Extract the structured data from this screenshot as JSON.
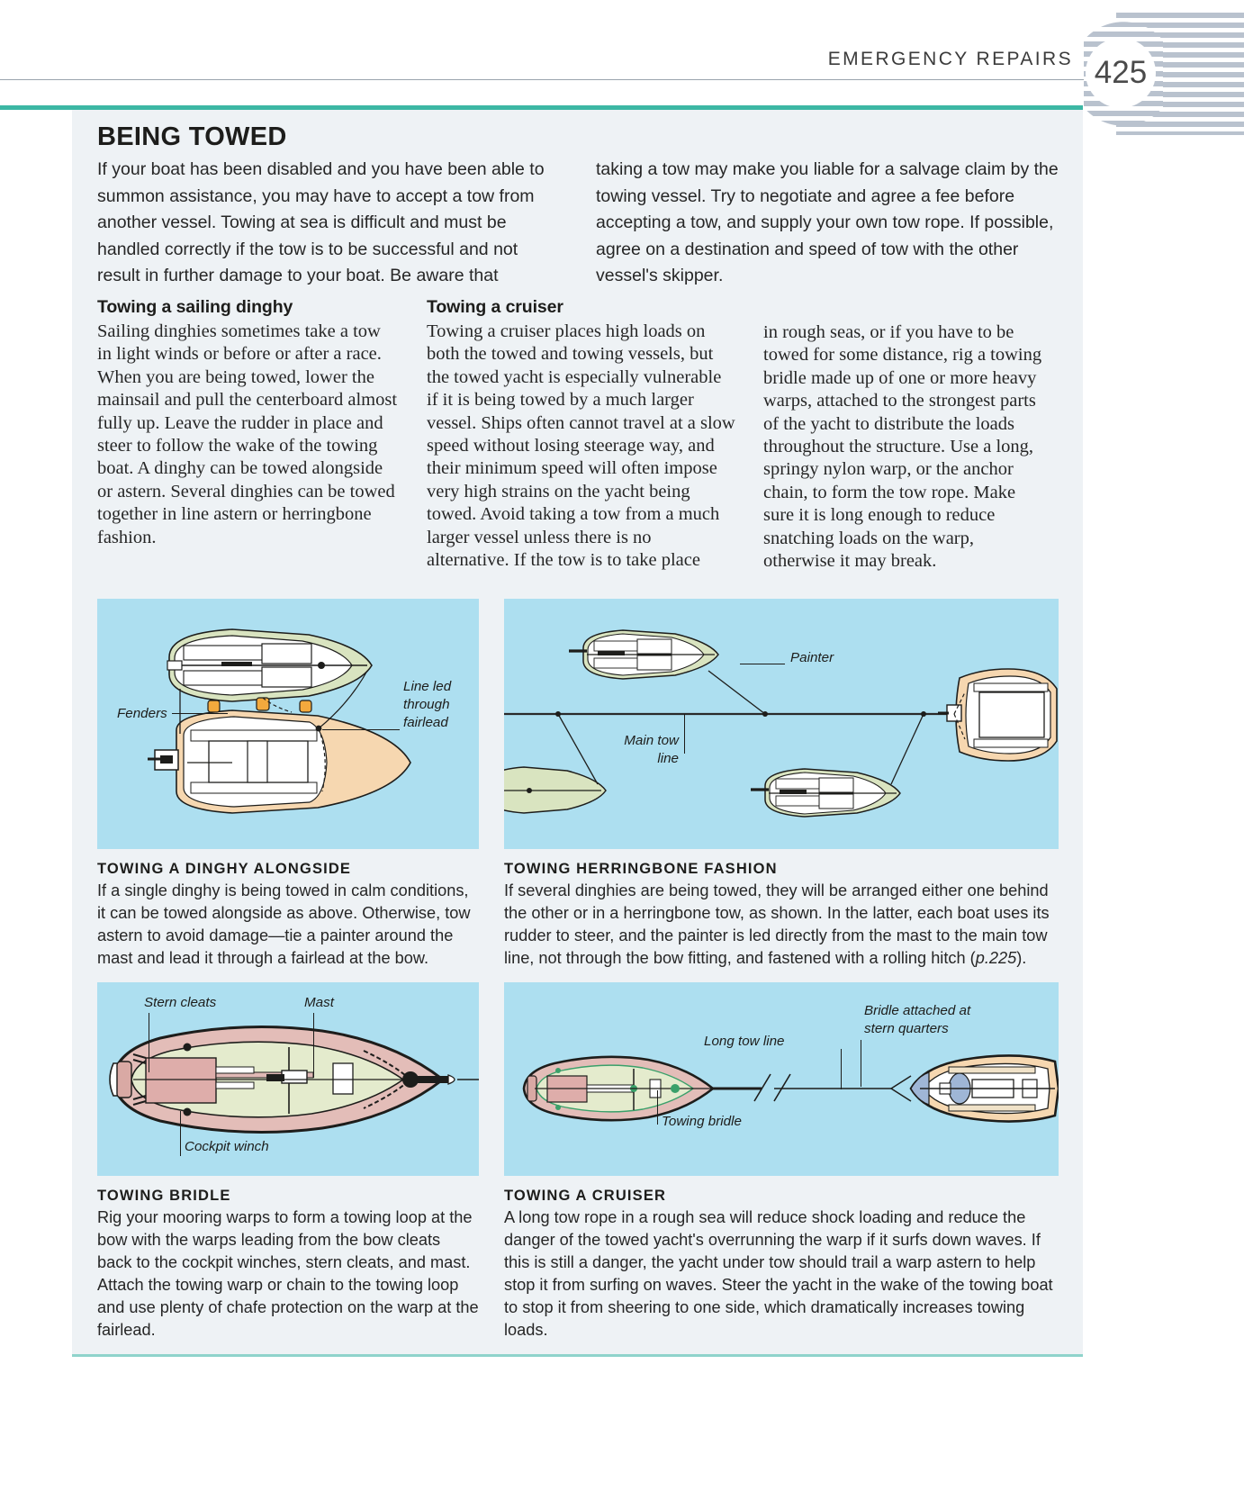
{
  "header": {
    "title": "EMERGENCY REPAIRS",
    "page_number": "425"
  },
  "article": {
    "title": "BEING TOWED",
    "intro_col1": "If your boat has been disabled and you have been able to summon assistance, you may have to accept a tow from another vessel. Towing at sea is difficult and must be handled correctly if the tow is to be successful and not result in further damage to your boat. Be aware that",
    "intro_col2": "taking a tow may make you liable for a salvage claim by the towing vessel. Try to negotiate and agree a fee before accepting a tow, and supply your own tow rope. If possible, agree on a destination and speed of tow with the other vessel's skipper."
  },
  "columns": [
    {
      "heading": "Towing a sailing dinghy",
      "body": "Sailing dinghies sometimes take a tow in light winds or before or after a race. When you are being towed, lower the mainsail and pull the centerboard almost fully up. Leave the rudder in place and steer to follow the wake of the towing boat. A dinghy can be towed alongside or astern. Several dinghies can be towed together in line astern or herringbone fashion."
    },
    {
      "heading": "Towing a cruiser",
      "body": "Towing a cruiser places high loads on both the towed and towing vessels, but the towed yacht is especially vulnerable if it is being towed by a much larger vessel. Ships often cannot travel at a slow speed without losing steerage way, and their minimum speed will often impose very high strains on the yacht being towed. Avoid taking a tow from a much larger vessel unless there is no alternative. If the tow is to take place"
    },
    {
      "heading": "",
      "body": "in rough seas, or if you have to be towed for some distance, rig a towing bridle made up of one or more heavy warps, attached to the strongest parts of the yacht to distribute the loads throughout the structure. Use a long, springy nylon warp, or the anchor chain, to form the tow rope. Make sure it is long enough to reduce snatching loads on the warp, otherwise it may break."
    }
  ],
  "figures": [
    {
      "id": "dinghy-alongside",
      "caption_title": "TOWING A DINGHY ALONGSIDE",
      "caption_body": "If a single dinghy is being towed in calm conditions, it can be towed alongside as above. Otherwise, tow astern to avoid damage—tie a painter around the mast and lead it through a fairlead at the bow.",
      "labels": {
        "fenders": "Fenders",
        "fairlead": "Line led\nthrough\nfairlead"
      }
    },
    {
      "id": "herringbone",
      "caption_title": "TOWING HERRINGBONE FASHION",
      "caption_body_pre": "If several dinghies are being towed, they will be arranged either one behind the other or in a herringbone tow, as shown. In the latter, each boat uses its rudder to steer, and the painter is led directly from the mast to the main tow line, not through the bow fitting, and fastened with a rolling hitch (",
      "caption_body_italic": "p.225",
      "caption_body_post": ").",
      "labels": {
        "painter": "Painter",
        "main_tow_line": "Main tow\nline"
      }
    },
    {
      "id": "towing-bridle",
      "caption_title": "TOWING BRIDLE",
      "caption_body": "Rig your mooring warps to form a towing loop at the bow with the warps leading from the bow cleats back to the cockpit winches, stern cleats, and mast. Attach the towing warp or chain to the towing loop and use plenty of chafe protection on the warp at the fairlead.",
      "labels": {
        "stern_cleats": "Stern cleats",
        "mast": "Mast",
        "cockpit_winch": "Cockpit winch"
      }
    },
    {
      "id": "towing-a-cruiser",
      "caption_title": "TOWING A CRUISER",
      "caption_body": "A long tow rope in a rough sea will reduce shock loading and reduce the danger of the towed yacht's overrunning the warp if it surfs down waves. If this is still a danger, the yacht under tow should trail a warp astern to help stop it from surfing on waves. Steer the yacht in the wake of the towing boat to stop it from sheering to one side, which dramatically increases towing loads.",
      "labels": {
        "long_tow_line": "Long tow line",
        "towing_bridle": "Towing bridle",
        "bridle_attached": "Bridle attached at\nstern quarters"
      }
    }
  ],
  "colors": {
    "teal_rule": "#3cb7a4",
    "panel_bg": "#eef2f5",
    "water": "#addff0",
    "hull_tan": "#f6d7b0",
    "hull_green": "#d9e4c0",
    "hull_pink": "#e3bdb8"
  }
}
